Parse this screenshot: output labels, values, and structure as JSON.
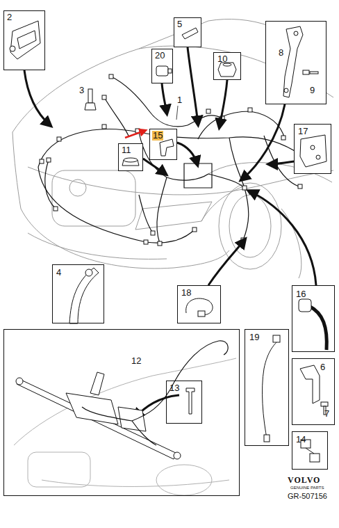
{
  "diagram": {
    "nodes": [
      {
        "text": [
          "2"
        ]
      },
      {
        "text": [
          "5"
        ]
      },
      {
        "text": [
          "20"
        ]
      },
      {
        "text": [
          "10"
        ]
      },
      {
        "text": [
          "8",
          "9"
        ]
      },
      {
        "text": [
          "17"
        ]
      },
      {
        "text": [
          "11"
        ]
      },
      {
        "text": [
          "15"
        ]
      },
      {
        "text": [
          "4"
        ]
      },
      {
        "text": [
          "18"
        ]
      },
      {
        "text": [
          "16"
        ]
      },
      {
        "text": [
          "12"
        ]
      },
      {
        "text": [
          "13"
        ],
        "in": 11
      },
      {
        "text": [
          "19"
        ]
      },
      {
        "text": [
          "6",
          "7"
        ]
      },
      {
        "text": [
          "14"
        ]
      }
    ],
    "labels": [
      "1",
      "3",
      "VOLVO",
      "GENUINE PARTS",
      "GR-507156"
    ]
  }
}
